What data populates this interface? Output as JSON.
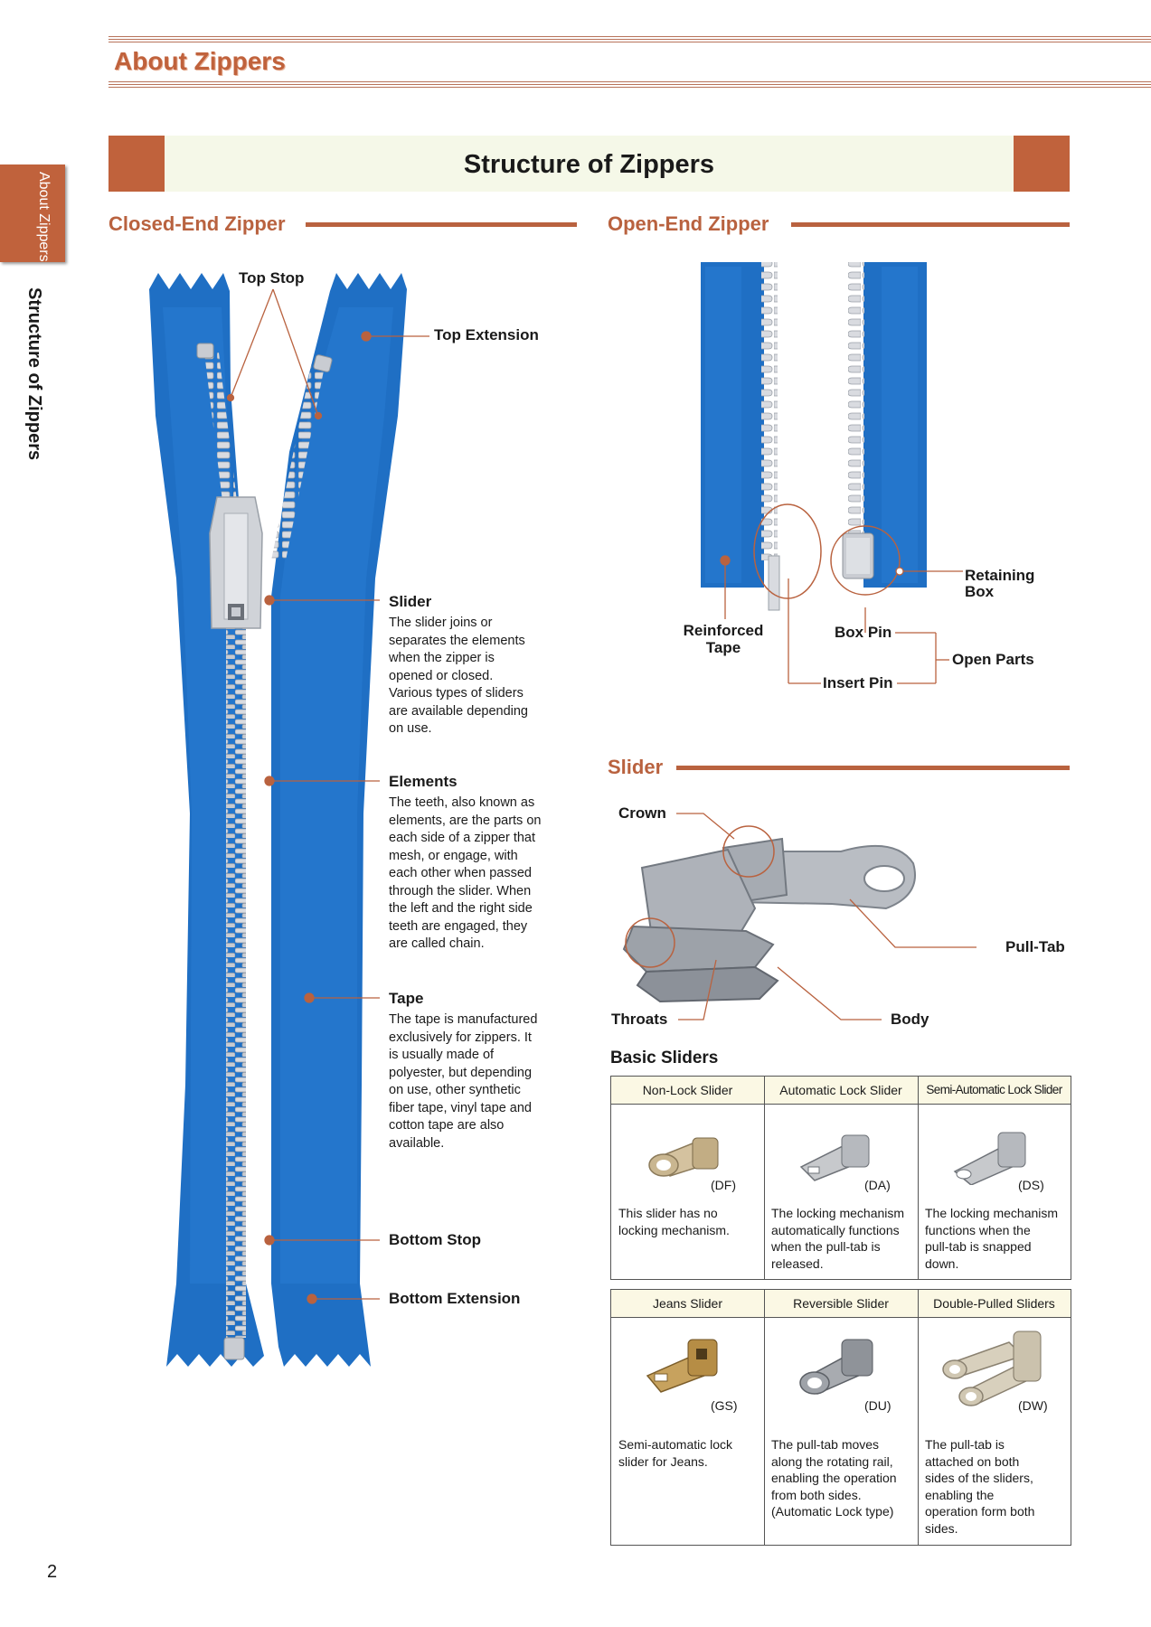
{
  "header": {
    "title": "About Zippers"
  },
  "side": {
    "tab": "About Zippers",
    "title": "Structure of Zippers"
  },
  "banner": {
    "title": "Structure of Zippers"
  },
  "closed": {
    "title": "Closed-End Zipper",
    "top_stop": "Top Stop",
    "top_extension": "Top Extension",
    "slider": {
      "label": "Slider",
      "desc": [
        "The slider joins or",
        "separates the elements",
        "when the zipper is",
        "opened or closed.",
        "Various types of sliders",
        "are available depending",
        "on use."
      ]
    },
    "elements": {
      "label": "Elements",
      "desc": [
        "The teeth, also known as",
        "elements, are the parts on",
        "each side of a zipper that",
        "mesh, or engage, with",
        "each other when passed",
        "through the slider. When",
        "the left and the right side",
        "teeth are engaged, they",
        "are called chain."
      ]
    },
    "tape": {
      "label": "Tape",
      "desc": [
        "The tape is manufactured",
        "exclusively for zippers. It",
        "is usually made of",
        "polyester, but depending",
        "on use, other synthetic",
        "fiber tape, vinyl tape and",
        "cotton tape are also",
        "available."
      ]
    },
    "bottom_stop": "Bottom Stop",
    "bottom_extension": "Bottom Extension"
  },
  "open": {
    "title": "Open-End Zipper",
    "reinforced_tape": [
      "Reinforced",
      "Tape"
    ],
    "box_pin": "Box Pin",
    "insert_pin": "Insert Pin",
    "retaining_box": [
      "Retaining",
      "Box"
    ],
    "open_parts": "Open Parts"
  },
  "slider": {
    "title": "Slider",
    "crown": "Crown",
    "pull_tab": "Pull-Tab",
    "throats": "Throats",
    "body": "Body"
  },
  "basic": {
    "title": "Basic Sliders",
    "table1": [
      {
        "name": "Non-Lock Slider",
        "code": "(DF)",
        "desc": [
          "This slider has no",
          "locking mechanism."
        ]
      },
      {
        "name": "Automatic Lock Slider",
        "code": "(DA)",
        "desc": [
          "The locking mechanism",
          "automatically functions",
          "when the pull-tab is",
          "released."
        ]
      },
      {
        "name": "Semi-Automatic Lock Slider",
        "code": "(DS)",
        "desc": [
          "The locking mechanism",
          "functions when the",
          "pull-tab is snapped",
          "down."
        ]
      }
    ],
    "table2": [
      {
        "name": "Jeans Slider",
        "code": "(GS)",
        "desc": [
          "Semi-automatic lock",
          "slider for Jeans."
        ]
      },
      {
        "name": "Reversible Slider",
        "code": "(DU)",
        "desc": [
          "The pull-tab moves",
          "along the rotating rail,",
          "enabling the operation",
          "from both sides.",
          "(Automatic Lock type)"
        ]
      },
      {
        "name": "Double-Pulled Sliders",
        "code": "(DW)",
        "desc": [
          "The pull-tab is",
          "attached on both",
          "sides of the sliders,",
          "enabling the",
          "operation form both",
          "sides."
        ]
      }
    ]
  },
  "page_number": "2",
  "colors": {
    "accent": "#b9623f",
    "zipper_blue": "#1f6fc4",
    "teeth": "#d6d8dc"
  }
}
